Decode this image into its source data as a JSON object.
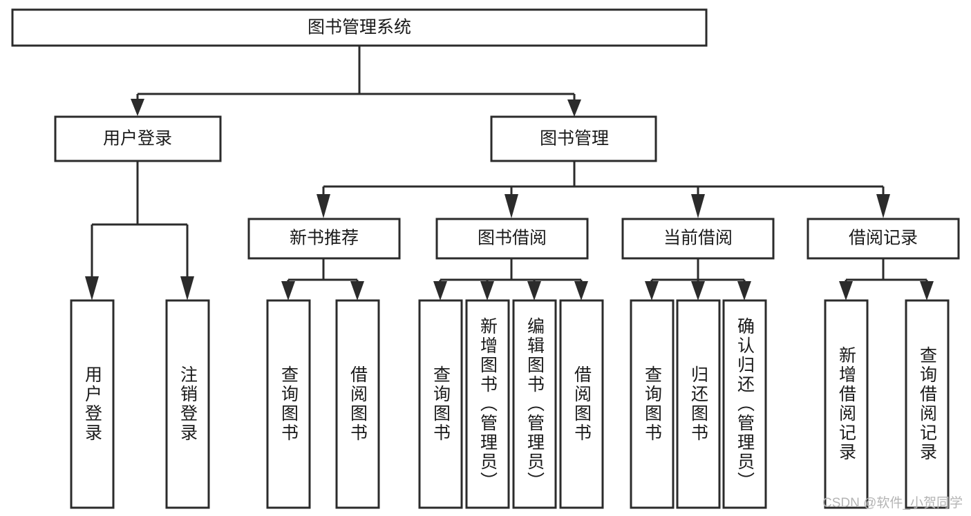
{
  "diagram": {
    "type": "tree",
    "title": "图书管理系统",
    "watermark": "CSDN @软件_小贺同学",
    "colors": {
      "box_stroke": "#2b2b2b",
      "box_fill": "#ffffff",
      "text": "#1a1a1a",
      "watermark": "#b4b4b4",
      "background": "#ffffff"
    },
    "root": {
      "label": "图书管理系统"
    },
    "level2": [
      {
        "label": "用户登录"
      },
      {
        "label": "图书管理"
      }
    ],
    "level3": [
      {
        "label": "新书推荐"
      },
      {
        "label": "图书借阅"
      },
      {
        "label": "当前借阅"
      },
      {
        "label": "借阅记录"
      }
    ],
    "leaves": {
      "user_login": [
        {
          "label": "用户登录"
        },
        {
          "label": "注销登录"
        }
      ],
      "new_book_recommend": [
        {
          "label": "查询图书"
        },
        {
          "label": "借阅图书"
        }
      ],
      "book_borrow": [
        {
          "label": "查询图书"
        },
        {
          "label": "新增图书（管理员）"
        },
        {
          "label": "编辑图书（管理员）"
        },
        {
          "label": "借阅图书"
        }
      ],
      "current_borrow": [
        {
          "label": "查询图书"
        },
        {
          "label": "归还图书"
        },
        {
          "label": "确认归还（管理员）"
        }
      ],
      "borrow_record": [
        {
          "label": "新增借阅记录"
        },
        {
          "label": "查询借阅记录"
        }
      ]
    }
  }
}
